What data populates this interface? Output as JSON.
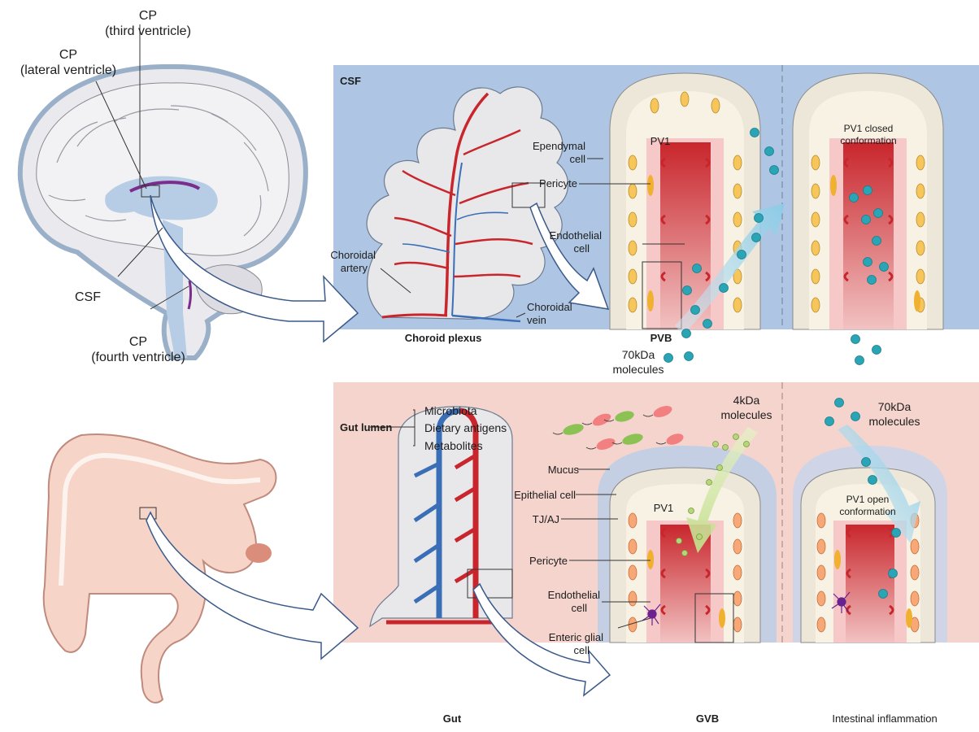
{
  "brain": {
    "cp_third_line1": "CP",
    "cp_third_line2": "(third ventricle)",
    "cp_lateral_line1": "CP",
    "cp_lateral_line2": "(lateral ventricle)",
    "csf": "CSF",
    "cp_fourth_line1": "CP",
    "cp_fourth_line2": "(fourth ventricle)"
  },
  "top_panel": {
    "csf_label": "CSF",
    "ependymal_line1": "Ependymal",
    "ependymal_line2": "cell",
    "pericyte": "Pericyte",
    "endothelial_line1": "Endothelial",
    "endothelial_line2": "cell",
    "choroidal_artery_line1": "Choroidal",
    "choroidal_artery_line2": "artery",
    "choroidal_vein_line1": "Choroidal",
    "choroidal_vein_line2": "vein",
    "choroid_plexus": "Choroid  plexus",
    "pv1": "PV1",
    "pv1_closed_line1": "PV1 closed",
    "pv1_closed_line2": "conformation",
    "pvb": "PVB",
    "mol70_line1": "70kDa",
    "mol70_line2": "molecules"
  },
  "bottom_panel": {
    "gut_lumen": "Gut lumen",
    "microbiota": "Microbiota",
    "dietary": "Dietary antigens",
    "metabolites": "Metabolites",
    "mol4_line1": "4kDa",
    "mol4_line2": "molecules",
    "mol70_line1": "70kDa",
    "mol70_line2": "molecules",
    "mucus": "Mucus",
    "epithelial": "Epithelial cell",
    "tjaj": "TJ/AJ",
    "pv1": "PV1",
    "pv1_open_line1": "PV1 open",
    "pv1_open_line2": "conformation",
    "pericyte": "Pericyte",
    "endothelial_line1": "Endothelial",
    "endothelial_line2": "cell",
    "enteric_line1": "Enteric glial",
    "enteric_line2": "cell",
    "gut": "Gut",
    "gvb": "GVB",
    "inflammation": "Intestinal inflammation"
  },
  "colors": {
    "csf_blue": "#aec6e3",
    "gut_pink": "#f4d4cc",
    "vessel_red": "#c8262c",
    "vessel_blue": "#3a6fb8",
    "molecule_teal": "#2aa5b5",
    "small_molecule_green": "#b5d67a",
    "pericyte_orange": "#f0b030",
    "cp_purple": "#7a2d8c"
  }
}
